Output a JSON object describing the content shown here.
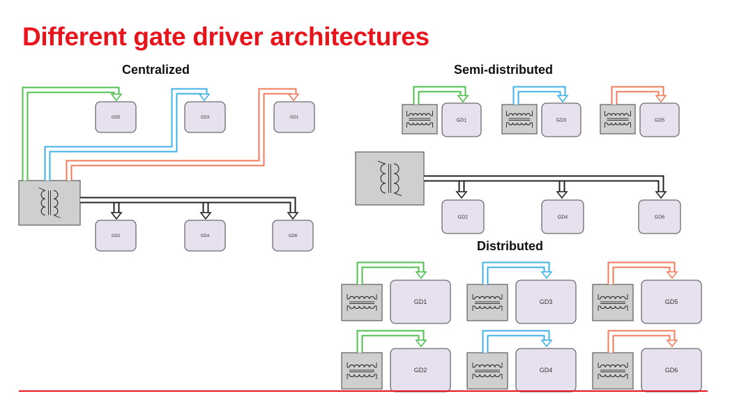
{
  "title": "Different gate driver architectures",
  "colors": {
    "title": "#e8141b",
    "wire_green": "#4cbf4c",
    "wire_blue": "#3fb0e6",
    "wire_orange": "#f07a5a",
    "wire_black": "#222222",
    "gd_fill": "#e6e0ef",
    "xfmr_fill": "#cfcfcf"
  },
  "sections": {
    "centralized": {
      "label": "Centralized",
      "top_gds": [
        "GD5",
        "GD3",
        "GD1"
      ],
      "bottom_gds": [
        "GD2",
        "GD4",
        "GD6"
      ]
    },
    "semi": {
      "label": "Semi-distributed",
      "top_gds": [
        "GD1",
        "GD3",
        "GD5"
      ],
      "bottom_gds": [
        "GD2",
        "GD4",
        "GD6"
      ]
    },
    "distributed": {
      "label": "Distributed",
      "row1": [
        "GD1",
        "GD3",
        "GD5"
      ],
      "row2": [
        "GD2",
        "GD4",
        "GD6"
      ]
    }
  }
}
